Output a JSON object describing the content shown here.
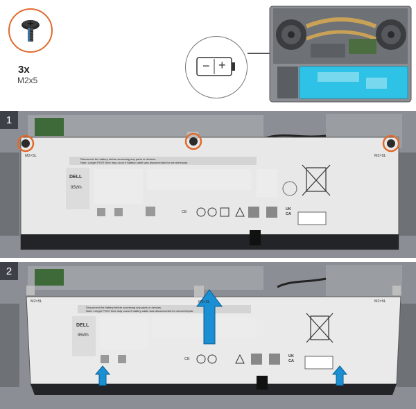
{
  "screw": {
    "quantity": "3x",
    "size": "M2x5",
    "icon": "screw-icon"
  },
  "battery_icon": {
    "minus": "−",
    "plus": "+",
    "icon": "battery-icon"
  },
  "steps": [
    {
      "number": "1"
    },
    {
      "number": "2"
    }
  ],
  "battery_label": {
    "warning": "Disconnect the battery before accessing any parts or devices.",
    "note": "Note: Longer POST time may occur if battery cable was disconnected for service/repair.",
    "brand": "DELL",
    "capacity": "95Wh",
    "screw_mark_left": "M2×5L",
    "screw_mark_center": "M2×5L",
    "screw_mark_right": "M2×5L",
    "cert_uk": "UK",
    "cert_ca": "CA",
    "cert_ce": "CE"
  },
  "colors": {
    "callout_orange": "#e06a2c",
    "arrow_blue": "#1a8fd4",
    "battery_highlight": "#2ec3e6",
    "battery_body": "#e6e6e6",
    "chassis": "#7b7f85"
  }
}
